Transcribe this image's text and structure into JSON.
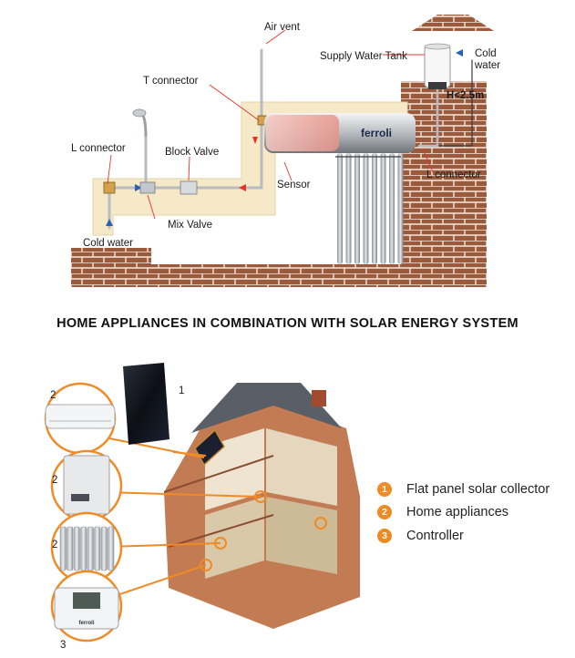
{
  "solar_system": {
    "labels": {
      "air_vent": "Air vent",
      "t_connector": "T connector",
      "supply_tank": "Supply Water Tank",
      "cold_water_right": "Cold\nwater",
      "height_limit": "H<2.5m",
      "l_connector_left": "L connector",
      "block_valve": "Block Valve",
      "sensor": "Sensor",
      "l_connector_right": "L connector",
      "mix_valve": "Mix Valve",
      "cold_water_left": "Cold water"
    },
    "brand": "ferroli"
  },
  "section_heading": "HOME APPLIANCES IN COMBINATION WITH SOLAR ENERGY SYSTEM",
  "appliances": {
    "callout_numbers": [
      "2",
      "1",
      "2",
      "2",
      "3"
    ],
    "controller_brand": "ferroli"
  },
  "legend": [
    {
      "number": "1",
      "label": "Flat panel solar collector"
    },
    {
      "number": "2",
      "label": "Home appliances"
    },
    {
      "number": "3",
      "label": "Controller"
    }
  ],
  "colors": {
    "brick": "#9c5a3c",
    "mortar": "#ffffff",
    "accent_orange": "#f08a24",
    "pipe_red": "#e8312a",
    "wall_beige": "#f5e9c8"
  }
}
